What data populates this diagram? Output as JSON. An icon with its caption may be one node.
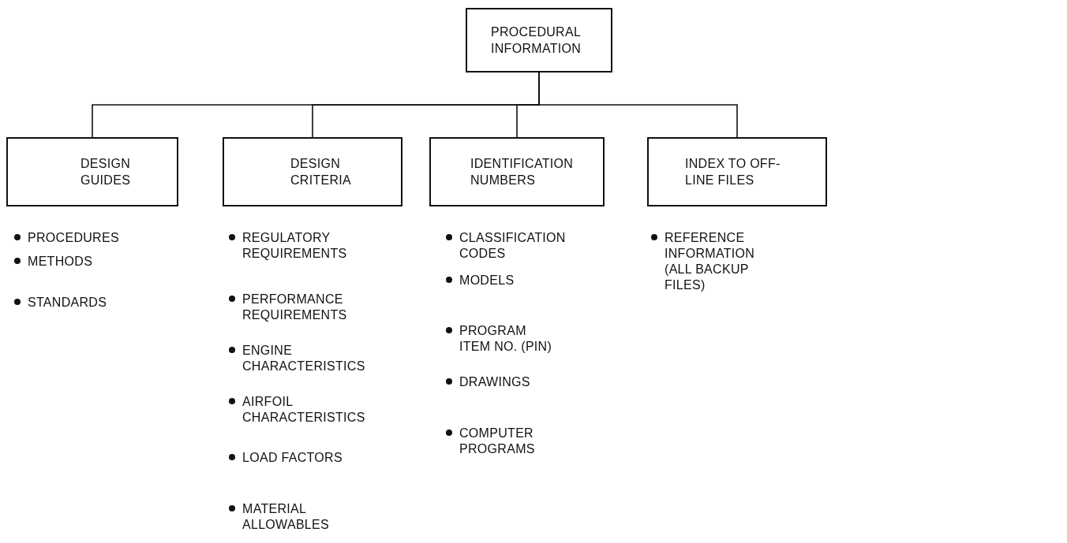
{
  "diagram": {
    "nodes": [
      {
        "text": [
          "PROCEDURAL INFORMATION"
        ]
      },
      {
        "text": [
          "DESIGN GUIDES"
        ]
      },
      {
        "text": [
          "DESIGN CRITERIA"
        ]
      },
      {
        "text": [
          "IDENTIFICATION NUMBERS"
        ]
      },
      {
        "text": [
          "INDEX TO OFF-LINE FILES"
        ]
      }
    ],
    "edges": [
      {
        "from": 0,
        "to": 1,
        "arrow": "none"
      },
      {
        "from": 0,
        "to": 2,
        "arrow": "none"
      },
      {
        "from": 0,
        "to": 3,
        "arrow": "none"
      },
      {
        "from": 0,
        "to": 4,
        "arrow": "none"
      }
    ],
    "labels": [
      "PROCEDURES",
      "METHODS",
      "STANDARDS",
      "REGULATORY REQUIREMENTS",
      "PERFORMANCE REQUIREMENTS",
      "ENGINE CHARACTERISTICS",
      "AIRFOIL CHARACTERISTICS",
      "LOAD FACTORS",
      "MATERIAL ALLOWABLES",
      "CLASSIFICATION CODES",
      "MODELS",
      "PROGRAM ITEM NO. (PIN)",
      "DRAWINGS",
      "COMPUTER PROGRAMS",
      "REFERENCE INFORMATION (ALL BACKUP FILES)"
    ]
  }
}
